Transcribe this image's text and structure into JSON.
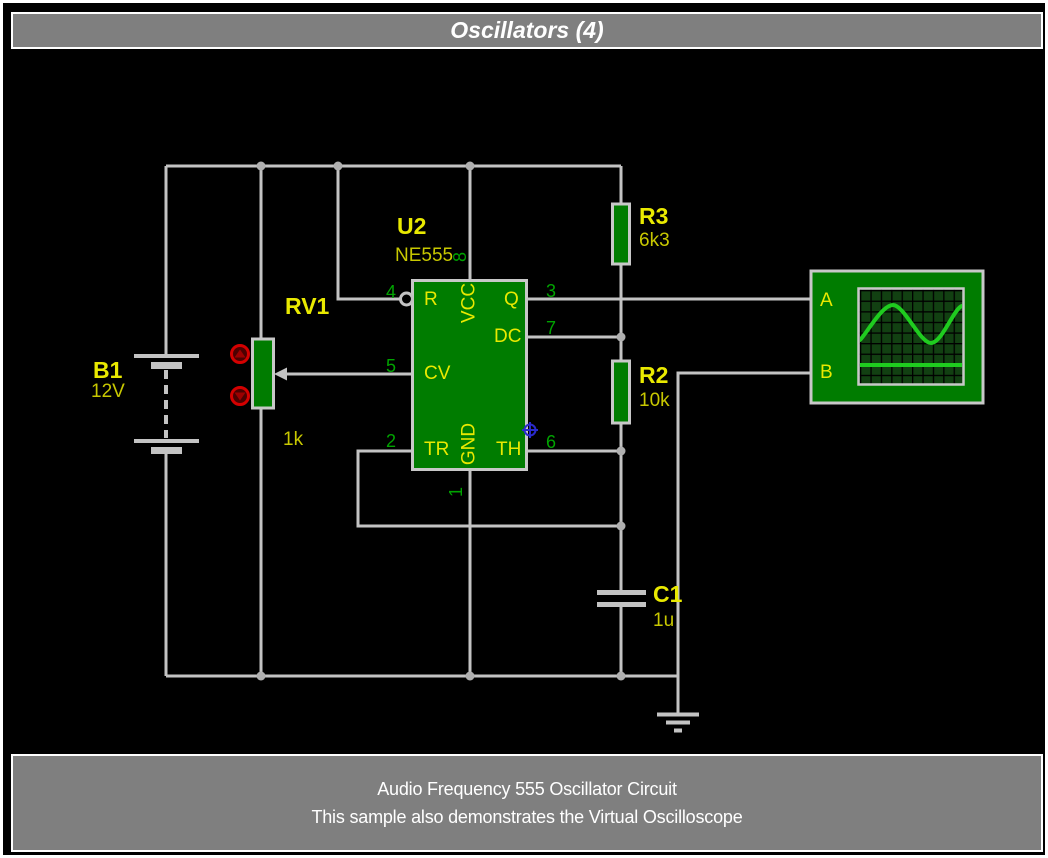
{
  "window": {
    "title": "Oscillators (4)"
  },
  "caption": {
    "line1": "Audio Frequency 555 Oscillator Circuit",
    "line2": "This sample also demonstrates the Virtual Oscilloscope"
  },
  "components": {
    "battery": {
      "ref": "B1",
      "value": "12V"
    },
    "potentiometer": {
      "ref": "RV1",
      "value": "1k"
    },
    "ic": {
      "ref": "U2",
      "value": "NE555"
    },
    "resistor_r3": {
      "ref": "R3",
      "value": "6k3"
    },
    "resistor_r2": {
      "ref": "R2",
      "value": "10k"
    },
    "capacitor_c1": {
      "ref": "C1",
      "value": "1u"
    },
    "oscilloscope": {
      "channel_a_label": "A",
      "channel_b_label": "B"
    }
  },
  "ic_pins": {
    "reset": "R",
    "control": "CV",
    "trigger": "TR",
    "vcc": "VCC",
    "gnd": "GND",
    "output": "Q",
    "discharge": "DC",
    "threshold": "TH"
  },
  "pin_numbers": {
    "reset": "4",
    "control": "5",
    "trigger": "2",
    "vcc": "8",
    "gnd": "1",
    "output": "3",
    "discharge": "7",
    "threshold": "6"
  },
  "scope": {
    "channel_a_trace": "sine",
    "channel_b_trace": "flat",
    "trace_color": "#1fcc1f",
    "screen_bg": "#124012"
  },
  "colors": {
    "wire": "#c3c3c3",
    "component_green": "#007c00",
    "component_border": "#c8c8c8",
    "reference_yellow": "#e9e900",
    "value_yellow": "#c8c800",
    "pin_number_green": "#00a300",
    "adjust_button_red": "#d40000",
    "probe_blue": "#2a2acc",
    "bar_gray": "#7f7f7f"
  }
}
